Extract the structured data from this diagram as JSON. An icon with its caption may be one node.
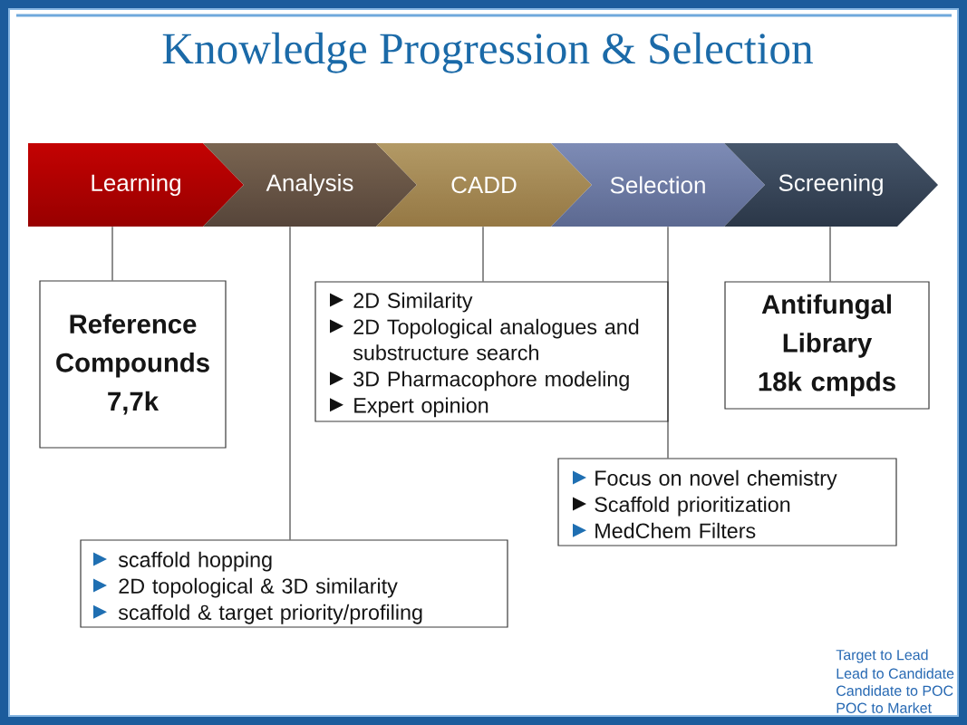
{
  "diagram": {
    "title": "Knowledge Progression & Selection",
    "nodes": [
      {
        "text": [
          "Learning"
        ]
      },
      {
        "text": [
          "Analysis"
        ]
      },
      {
        "text": [
          "CADD"
        ]
      },
      {
        "text": [
          "Selection"
        ]
      },
      {
        "text": [
          "Screening"
        ]
      },
      {
        "text": [
          "Reference Compounds 7,7k"
        ]
      },
      {
        "text": [
          "2D Similarity",
          "2D Topological analogues and substructure search",
          "3D Pharmacophore modeling",
          "Expert opinion"
        ]
      },
      {
        "text": [
          "Antifungal Library 18k cmpds"
        ]
      },
      {
        "text": [
          "Focus on novel chemistry",
          "Scaffold prioritization",
          "MedChem Filters"
        ]
      },
      {
        "text": [
          "scaffold hopping",
          "2D topological & 3D similarity",
          "scaffold & target priority/profiling"
        ]
      }
    ],
    "edges": [
      {
        "from": 0,
        "to": 5,
        "arrow": "none"
      },
      {
        "from": 1,
        "to": 9,
        "arrow": "none"
      },
      {
        "from": 2,
        "to": 6,
        "arrow": "none"
      },
      {
        "from": 3,
        "to": 8,
        "arrow": "none"
      },
      {
        "from": 4,
        "to": 7,
        "arrow": "none"
      }
    ],
    "labels": [
      "Target to Lead",
      "Lead to Candidate",
      "Candidate to POC",
      "POC to Market"
    ]
  }
}
